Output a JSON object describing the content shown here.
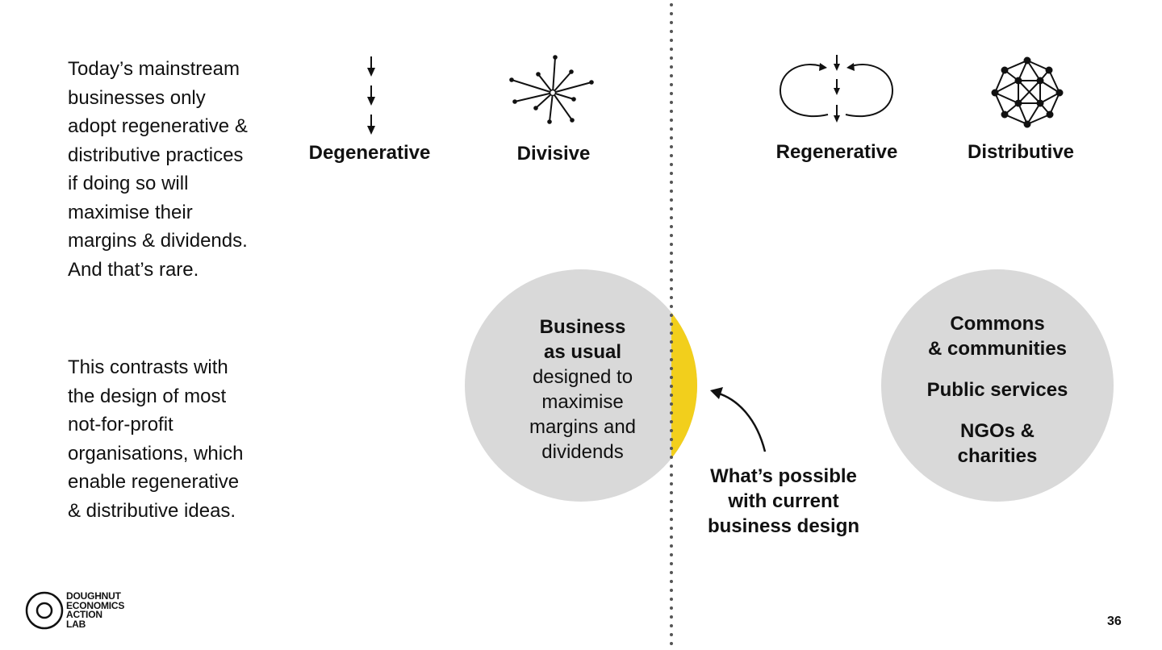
{
  "intro": {
    "paragraph_1": "Today’s mainstream businesses only adopt regenerative & distributive practices if doing so will maximise their margins & dividends. And that’s rare.",
    "paragraph_2": "This contrasts with the design of most not-for-profit organisations, which enable regenerative & distributive ideas."
  },
  "categories": {
    "degenerative": {
      "label": "Degenerative",
      "icon": "downward-arrows-icon"
    },
    "divisive": {
      "label": "Divisive",
      "icon": "starburst-icon"
    },
    "regenerative": {
      "label": "Regenerative",
      "icon": "loop-arrows-icon"
    },
    "distributive": {
      "label": "Distributive",
      "icon": "network-icon"
    }
  },
  "left_circle": {
    "title_line_1": "Business",
    "title_line_2": "as usual",
    "desc_line_1": "designed to",
    "desc_line_2": "maximise",
    "desc_line_3": "margins and",
    "desc_line_4": "dividends"
  },
  "right_circle": {
    "item_1_line_1": "Commons",
    "item_1_line_2": "& communities",
    "item_2": "Public services",
    "item_3_line_1": "NGOs &",
    "item_3_line_2": "charities"
  },
  "callout": {
    "line_1": "What’s possible",
    "line_2": "with current",
    "line_3": "business design"
  },
  "logo": {
    "line_1": "DOUGHNUT",
    "line_2": "ECONOMICS",
    "line_3": "ACTION",
    "line_4": "LAB",
    "icon": "doughnut-logo-icon"
  },
  "page_number": "36",
  "colors": {
    "circle_fill": "#d9d9d9",
    "highlight": "#f2cf1c",
    "divider": "#555555",
    "text": "#111111"
  }
}
